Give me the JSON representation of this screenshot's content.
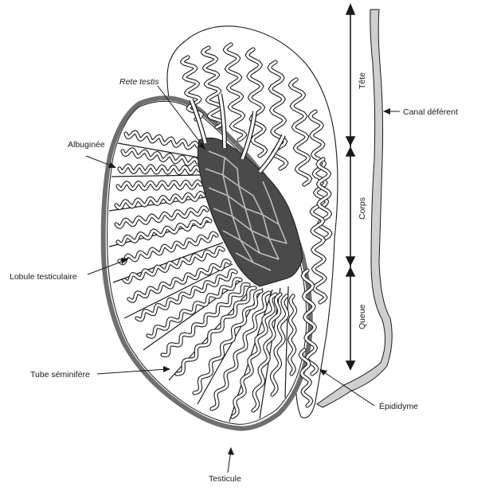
{
  "labels": {
    "rete_testis": "Rete testis",
    "albuginee": "Albuginée",
    "lobule": "Lobule testiculaire",
    "tube": "Tube séminifère",
    "testicule": "Testicule",
    "canal": "Canal déférent",
    "epididyme": "Épididyme",
    "tete": "Tête",
    "corps": "Corps",
    "queue": "Queue"
  },
  "colors": {
    "albuginea": "#6f6f6f",
    "rete": "#4a4a4a",
    "line": "#1a1a1a",
    "canal_fill": "#cfcfcf"
  }
}
